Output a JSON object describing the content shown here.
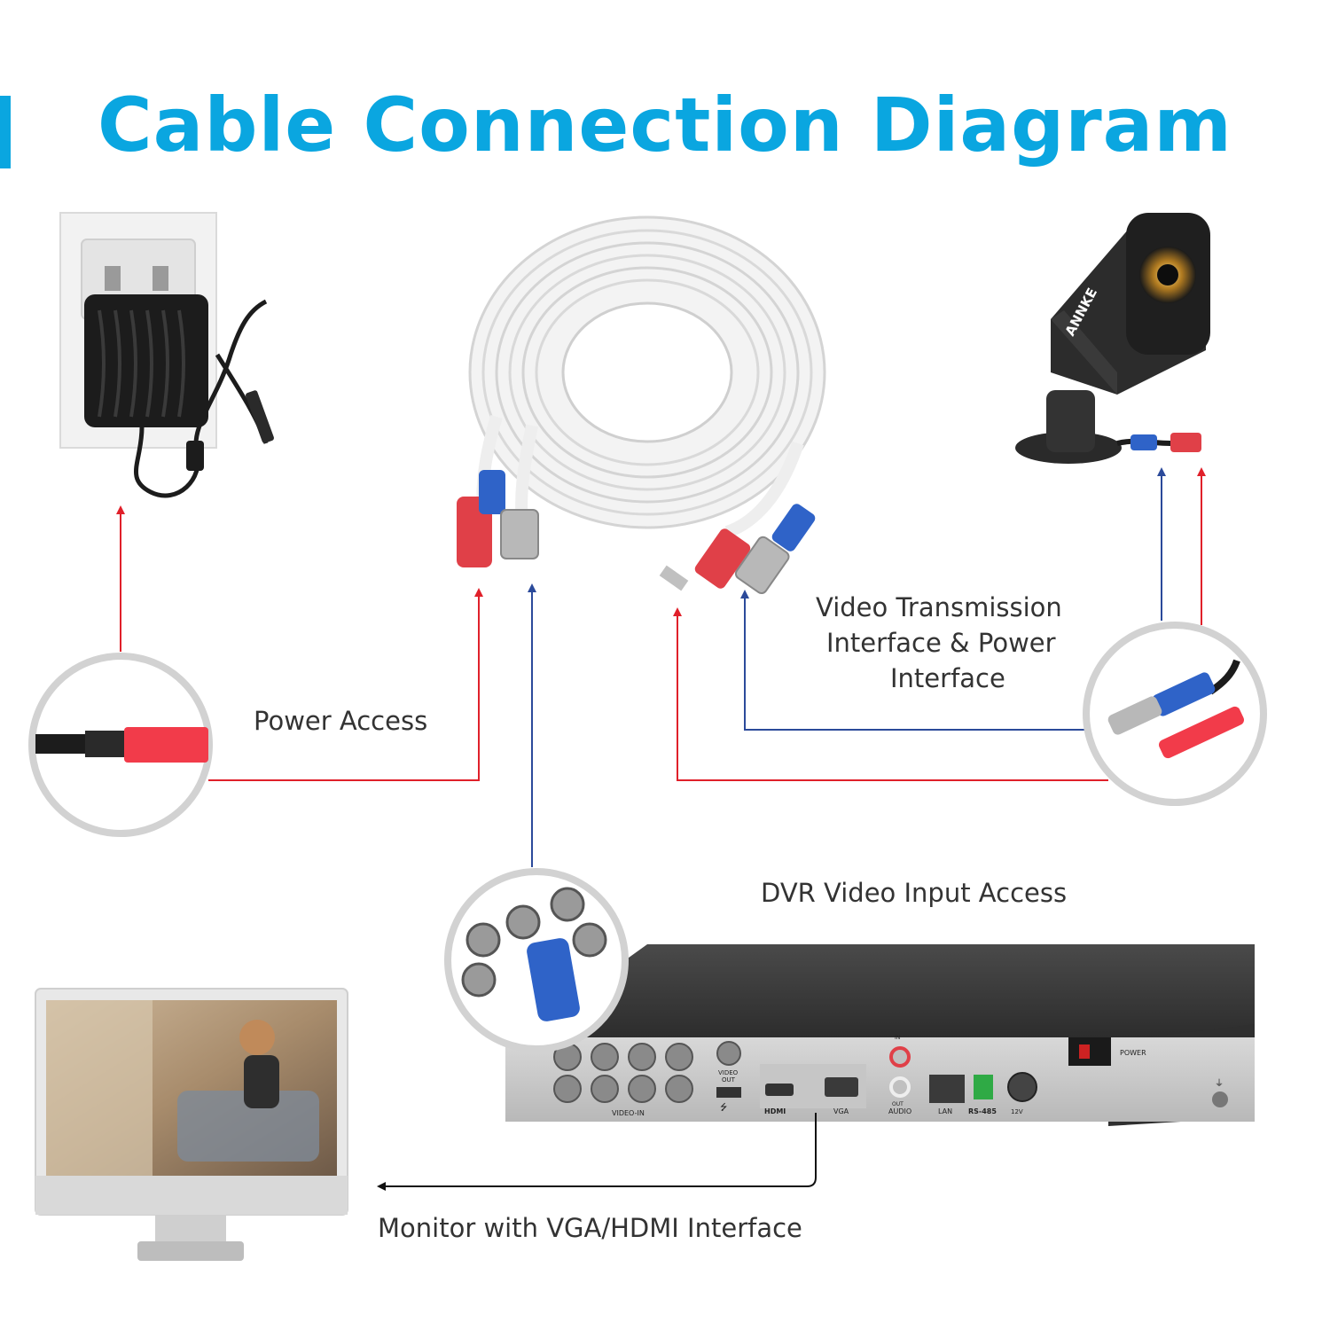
{
  "title": "Cable Connection Diagram",
  "labels": {
    "power_access": "Power Access",
    "video_power_line1": "Video Transmission",
    "video_power_line2": "Interface & Power",
    "video_power_line3": "Interface",
    "dvr_input": "DVR Video Input Access",
    "monitor": "Monitor with VGA/HDMI Interface"
  },
  "camera": {
    "brand": "ANNKE"
  },
  "dvr": {
    "ports": {
      "video_in": "VIDEO-IN",
      "video_out_1": "VIDEO",
      "video_out_2": "OUT",
      "hdmi": "HDMI",
      "vga": "VGA",
      "audio_in": "IN",
      "audio_out": "OUT",
      "audio": "AUDIO",
      "lan": "LAN",
      "rs485": "RS-485",
      "dc": "12V",
      "power": "POWER"
    }
  },
  "colors": {
    "accent": "#0aa6e0",
    "power_line": "#e0202a",
    "video_line": "#2b4a9a",
    "output_line": "#111111"
  }
}
